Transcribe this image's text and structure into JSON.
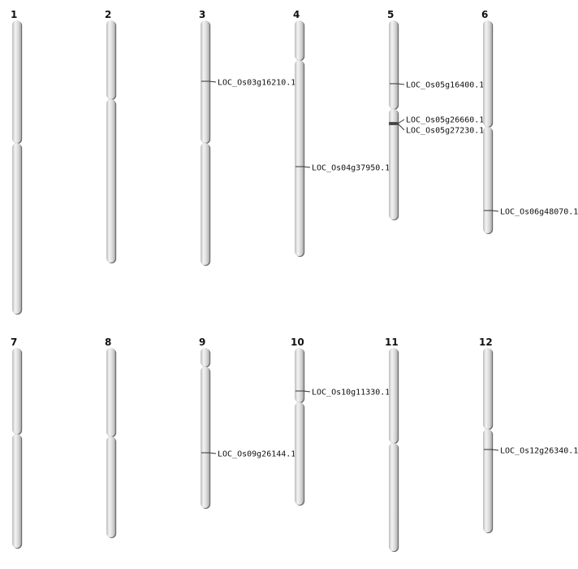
{
  "colors": {
    "chromosome_fill_light": "#f2f2f2",
    "chromosome_fill_mid": "#d0d0d0",
    "chromosome_shadow": "#6e6e6e",
    "marker_line": "#333333",
    "text": "#111111"
  },
  "chromosomes": [
    {
      "id": "1",
      "label": "1",
      "genes": []
    },
    {
      "id": "2",
      "label": "2",
      "genes": []
    },
    {
      "id": "3",
      "label": "3",
      "genes": [
        {
          "name": "LOC_Os03g16210.1"
        }
      ]
    },
    {
      "id": "4",
      "label": "4",
      "genes": [
        {
          "name": "LOC_Os04g37950.1"
        }
      ]
    },
    {
      "id": "5",
      "label": "5",
      "genes": [
        {
          "name": "LOC_Os05g16400.1"
        },
        {
          "name": "LOC_Os05g26660.1"
        },
        {
          "name": "LOC_Os05g27230.1"
        }
      ]
    },
    {
      "id": "6",
      "label": "6",
      "genes": [
        {
          "name": "LOC_Os06g48070.1"
        }
      ]
    },
    {
      "id": "7",
      "label": "7",
      "genes": []
    },
    {
      "id": "8",
      "label": "8",
      "genes": []
    },
    {
      "id": "9",
      "label": "9",
      "genes": [
        {
          "name": "LOC_Os09g26144.1"
        }
      ]
    },
    {
      "id": "10",
      "label": "10",
      "genes": [
        {
          "name": "LOC_Os10g11330.1"
        }
      ]
    },
    {
      "id": "11",
      "label": "11",
      "genes": []
    },
    {
      "id": "12",
      "label": "12",
      "genes": [
        {
          "name": "LOC_Os12g26340.1"
        }
      ]
    }
  ]
}
